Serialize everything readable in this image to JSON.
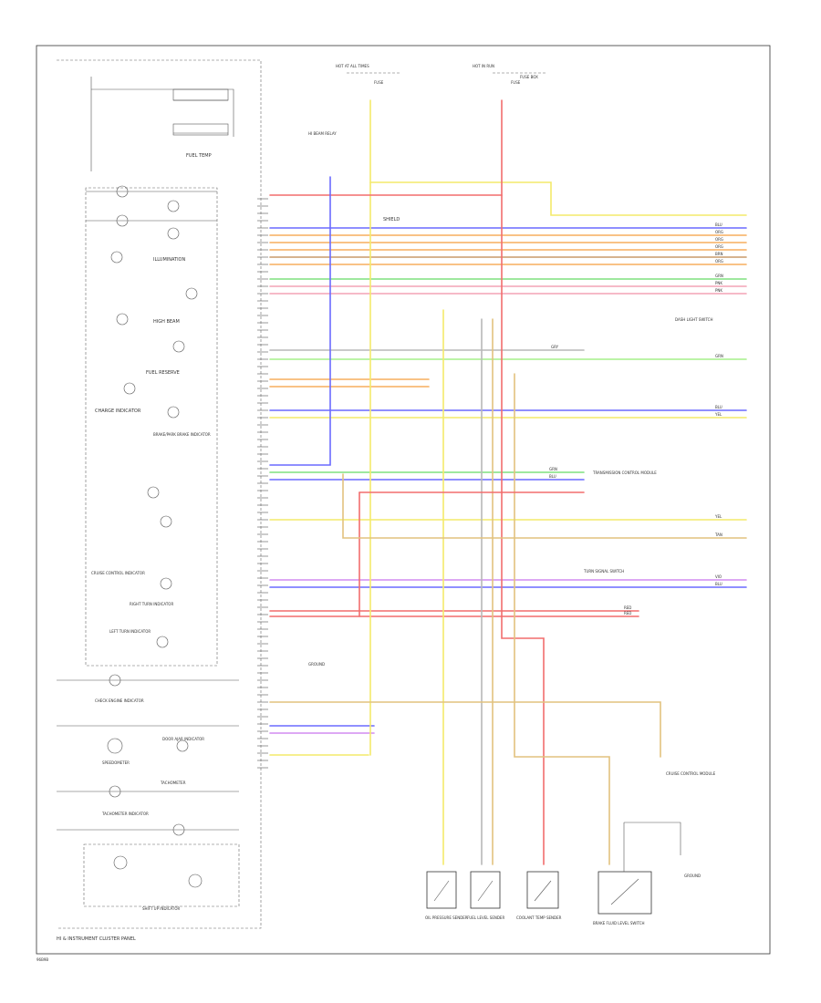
{
  "figure_id": "96B9B",
  "panel_title": "HI & INSTRUMENT CLUSTER PANEL",
  "left_components": [
    {
      "id": "fuel_temp",
      "label": "FUEL TEMP"
    },
    {
      "id": "illumination",
      "label": "ILLUMINATION"
    },
    {
      "id": "high_beam",
      "label": "HIGH BEAM"
    },
    {
      "id": "fuel_reserve",
      "label": "FUEL RESERVE"
    },
    {
      "id": "charge_ind",
      "label": "CHARGE INDICATOR"
    },
    {
      "id": "brake_ind",
      "label": "BRAKE/PARK BRAKE INDICATOR"
    },
    {
      "id": "cruise_ind",
      "label": "CRUISE CONTROL INDICATOR"
    },
    {
      "id": "right_turn",
      "label": "RIGHT TURN INDICATOR"
    },
    {
      "id": "left_turn",
      "label": "LEFT TURN INDICATOR"
    },
    {
      "id": "check_engine",
      "label": "CHECK ENGINE INDICATOR"
    },
    {
      "id": "door_ajar",
      "label": "DOOR AJAR INDICATOR"
    },
    {
      "id": "speedo",
      "label": "SPEEDOMETER"
    },
    {
      "id": "tach",
      "label": "TACHOMETER"
    },
    {
      "id": "tachometer_ind",
      "label": "TACHOMETER INDICATOR"
    },
    {
      "id": "shift_ind",
      "label": "SHIFT UP INDICATOR"
    }
  ],
  "top_labels": {
    "hot_start": "HOT AT ALL TIMES",
    "hot_run": "HOT IN RUN",
    "fuse_a": "FUSE",
    "fuse_b": "FUSE",
    "fuse_box": "FUSE BOX"
  },
  "mid_labels": {
    "shield": "SHIELD",
    "hi_beam_relay": "HI BEAM RELAY",
    "ground": "GROUND",
    "cruise_module": "CRUISE CONTROL MODULE",
    "trans_module": "TRANSMISSION CONTROL MODULE",
    "dash_light": "DASH LIGHT SWITCH",
    "turn_signal": "TURN SIGNAL SWITCH"
  },
  "bottom_components": [
    {
      "id": "oil",
      "label": "OIL PRESSURE SENDER"
    },
    {
      "id": "fuel_level",
      "label": "FUEL LEVEL SENDER"
    },
    {
      "id": "coolant",
      "label": "COOLANT TEMP SENDER"
    },
    {
      "id": "brake_sw",
      "label": "BRAKE FLUID LEVEL SWITCH"
    },
    {
      "id": "ground_b",
      "label": "GROUND"
    }
  ],
  "colors": {
    "yellow": "#f4ea6a",
    "red": "#f26d6d",
    "blue": "#6a6aff",
    "orange": "#f7ae5f",
    "green": "#7fe07f",
    "pink": "#f4a3b6",
    "violet": "#d28bf0",
    "gray": "#b8b8b8",
    "tan": "#e2c27e",
    "lt_green": "#a6f08a",
    "brown": "#c89a6a"
  },
  "wire_tags": {
    "yel": "YEL",
    "red": "RED",
    "blu": "BLU",
    "org": "ORG",
    "grn": "GRN",
    "pnk": "PNK",
    "gry": "GRY",
    "tan": "TAN",
    "vio": "VIO",
    "brn": "BRN"
  }
}
